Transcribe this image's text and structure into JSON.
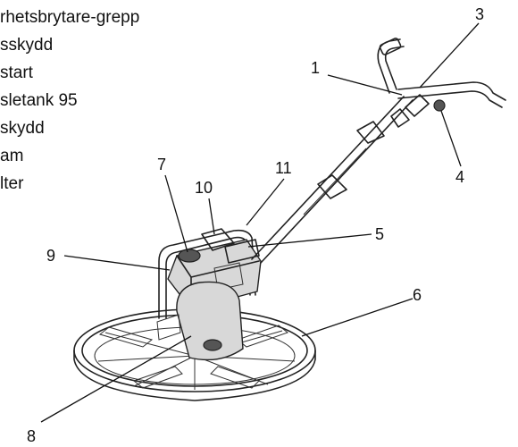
{
  "legend": [
    "rhetsbrytare-grepp",
    "sskydd",
    "start",
    "sletank 95",
    "skydd",
    "am",
    "lter"
  ],
  "callouts": [
    "1",
    "3",
    "4",
    "5",
    "6",
    "7",
    "8",
    "9",
    "10",
    "11"
  ]
}
